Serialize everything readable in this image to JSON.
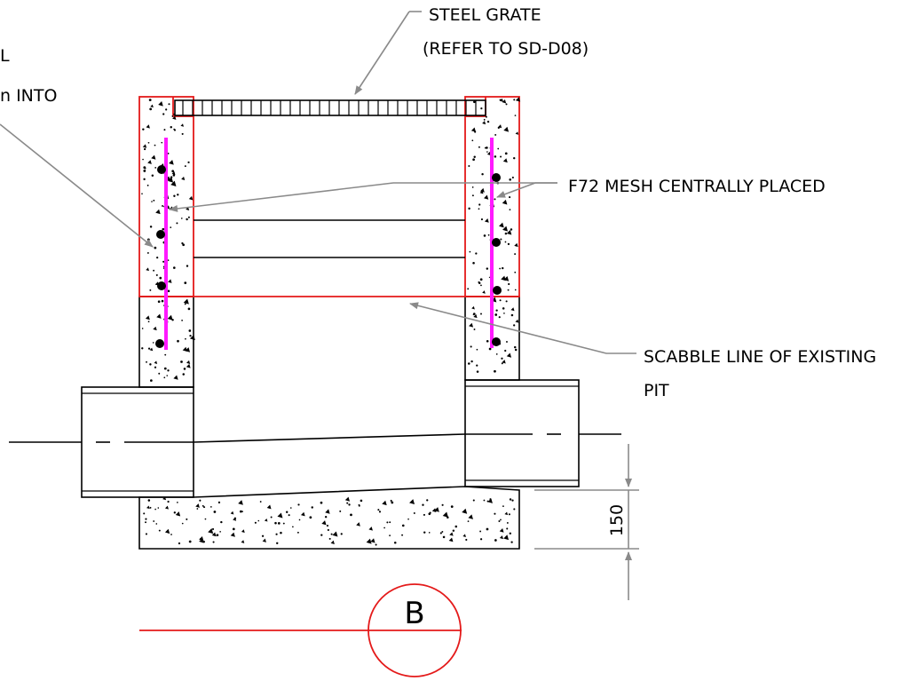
{
  "labels": {
    "grate_line1": "STEEL GRATE",
    "grate_line2": "(REFER TO SD-D08)",
    "left_fragment1": "L",
    "left_fragment2": "n INTO",
    "mesh": "F72 MESH CENTRALLY PLACED",
    "scabble_line1": "SCABBLE LINE OF EXISTING",
    "scabble_line2": "PIT",
    "dimension": "150",
    "section_mark": "B"
  },
  "colors": {
    "line": "#000000",
    "leader": "#8a8a8a",
    "new_work": "#e41a1a",
    "mesh": "#ff1aff"
  }
}
